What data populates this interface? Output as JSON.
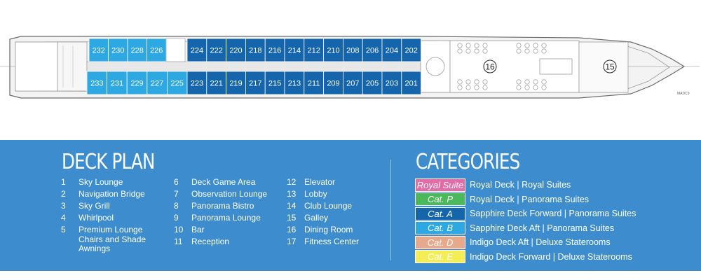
{
  "colors": {
    "cat_a": "#1565ad",
    "cat_b": "#2ea8e2",
    "royal_suite": "#e36ba6",
    "cat_p": "#4cb85c",
    "cat_d": "#e6a98c",
    "cat_e": "#f4ed55",
    "legend_bg": "#3d8dce"
  },
  "cabins_top_b": [
    "232",
    "230",
    "228",
    "226"
  ],
  "cabins_top_a": [
    "224",
    "222",
    "220",
    "218",
    "216",
    "214",
    "212",
    "210",
    "208",
    "206",
    "204",
    "202"
  ],
  "cabins_bottom_b": [
    "233",
    "231",
    "229",
    "227",
    "225"
  ],
  "cabins_bottom_a": [
    "223",
    "221",
    "219",
    "217",
    "215",
    "213",
    "211",
    "209",
    "207",
    "205",
    "203",
    "201"
  ],
  "ship_markers": [
    "16",
    "15"
  ],
  "ship_tag": "MADC9",
  "deck_plan": {
    "title": "DECK PLAN",
    "col1": [
      {
        "n": "1",
        "label": "Sky Lounge"
      },
      {
        "n": "2",
        "label": "Navigation Bridge"
      },
      {
        "n": "3",
        "label": "Sky Grill"
      },
      {
        "n": "4",
        "label": "Whirlpool"
      },
      {
        "n": "5",
        "label": "Premium Lounge",
        "label2": "Chairs and Shade",
        "label3": "Awnings"
      }
    ],
    "col2": [
      {
        "n": "6",
        "label": "Deck Game Area"
      },
      {
        "n": "7",
        "label": "Observation Lounge"
      },
      {
        "n": "8",
        "label": "Panorama Bistro"
      },
      {
        "n": "9",
        "label": "Panorama Lounge"
      },
      {
        "n": "10",
        "label": "Bar"
      },
      {
        "n": "11",
        "label": "Reception"
      }
    ],
    "col3": [
      {
        "n": "12",
        "label": "Elevator"
      },
      {
        "n": "13",
        "label": "Lobby"
      },
      {
        "n": "14",
        "label": "Club Lounge"
      },
      {
        "n": "15",
        "label": "Galley"
      },
      {
        "n": "16",
        "label": "Dining Room"
      },
      {
        "n": "17",
        "label": "Fitness Center"
      }
    ]
  },
  "categories": {
    "title": "CATEGORIES",
    "items": [
      {
        "badge": "Royal Suite",
        "desc": "Royal Deck | Royal Suites",
        "color": "#e36ba6",
        "text_color": "#ffffff"
      },
      {
        "badge": "Cat. P",
        "desc": "Royal Deck | Panorama Suites",
        "color": "#4cb85c",
        "text_color": "#ffffff"
      },
      {
        "badge": "Cat. A",
        "desc": "Sapphire Deck Forward | Panorama Suites",
        "color": "#1565ad",
        "text_color": "#ffffff"
      },
      {
        "badge": "Cat. B",
        "desc": "Sapphire Deck Aft | Panorama Suites",
        "color": "#2ea8e2",
        "text_color": "#ffffff"
      },
      {
        "badge": "Cat. D",
        "desc": "Indigo Deck Aft | Deluxe Staterooms",
        "color": "#e6a98c",
        "text_color": "#ffffff"
      },
      {
        "badge": "Cat. E",
        "desc": "Indigo Deck Forward | Deluxe Staterooms",
        "color": "#f4ed55",
        "text_color": "#ffffff"
      }
    ]
  }
}
